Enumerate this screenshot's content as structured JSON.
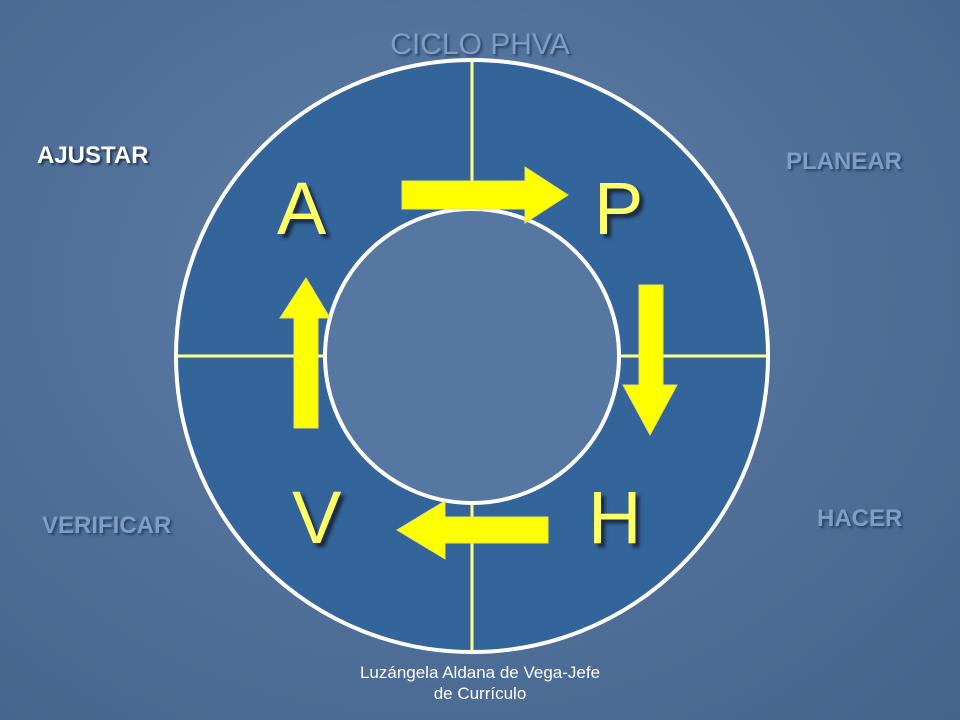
{
  "title": "CICLO PHVA",
  "quadrants": {
    "ajustar": "AJUSTAR",
    "planear": "PLANEAR",
    "verificar": "VERIFICAR",
    "hacer": "HACER"
  },
  "letters": {
    "a": "A",
    "p": "P",
    "v": "V",
    "h": "H"
  },
  "footer": {
    "line1": "Luzángela Aldana de Vega-Jefe",
    "line2": "de Currículo"
  },
  "colors": {
    "ring_fill": "#33649a",
    "ring_stroke": "#ffffff",
    "divider": "#ffff88",
    "arrow": "#ffff00",
    "letter": "#ffff66"
  }
}
